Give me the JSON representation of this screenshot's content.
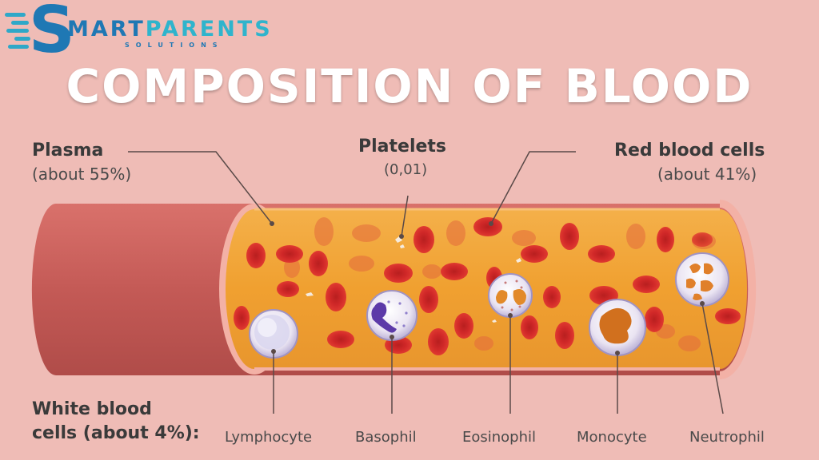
{
  "logo": {
    "letter": "S",
    "word_a": "MART",
    "word_b": "PARENTS",
    "sub": "SOLUTIONS"
  },
  "title": "COMPOSITION OF BLOOD",
  "labels": {
    "plasma": "Plasma",
    "plasma_pct": "(about 55%)",
    "platelets": "Platelets",
    "platelets_val": "(0,01)",
    "rbc": "Red blood cells",
    "rbc_pct": "(about 41%)",
    "wbc_line1": "White blood",
    "wbc_line2": "cells (about 4%):"
  },
  "wbc_types": [
    "Lymphocyte",
    "Basophil",
    "Eosinophil",
    "Monocyte",
    "Neutrophil"
  ],
  "colors": {
    "background": "#efbcb6",
    "vessel_wall": "#c9605c",
    "plasma": "#f2a53b",
    "red_cell": "#d42a2a",
    "title": "#ffffff",
    "logo_blue": "#1f78b4",
    "logo_cyan": "#2fb4cc"
  }
}
